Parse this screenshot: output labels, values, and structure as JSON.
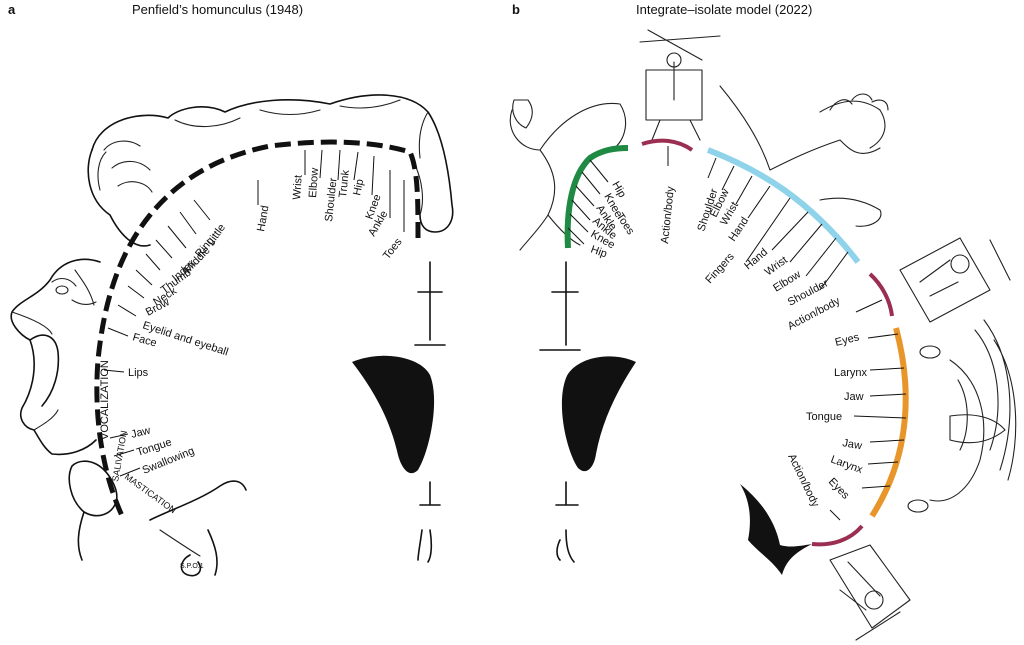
{
  "panels": {
    "a": {
      "letter": "a",
      "title": "Penfield’s homunculus (1948)",
      "labels": [
        "Toes",
        "Ankle",
        "Knee",
        "Hip",
        "Trunk",
        "Shoulder",
        "Elbow",
        "Wrist",
        "Hand",
        "Little",
        "Ring",
        "Middle",
        "Index",
        "Thumb",
        "Neck",
        "Brow",
        "Eyelid and eyeball",
        "Face",
        "Lips",
        "Jaw",
        "Tongue",
        "Swallowing"
      ],
      "vertical_labels": [
        "VOCALIZATION",
        "SALIVATION",
        "MASTICATION"
      ],
      "signature": "S.P.O.1"
    },
    "b": {
      "letter": "b",
      "title": "Integrate–isolate model (2022)",
      "foot_labels": [
        "Hip",
        "Knee",
        "Ankle",
        "Toes",
        "Ankle",
        "Knee",
        "Hip"
      ],
      "action_labels": [
        "Action/body",
        "Action/body",
        "Action/body"
      ],
      "hand_labels": [
        "Shoulder",
        "Elbow",
        "Wrist",
        "Hand",
        "Fingers",
        "Hand",
        "Wrist",
        "Elbow",
        "Shoulder"
      ],
      "mouth_labels": [
        "Eyes",
        "Larynx",
        "Jaw",
        "Tongue",
        "Jaw",
        "Larynx",
        "Eyes"
      ]
    }
  },
  "colors": {
    "foot": "#1e8a43",
    "hand": "#8fd3ea",
    "mouth": "#e8962a",
    "action": "#9a2f52"
  }
}
